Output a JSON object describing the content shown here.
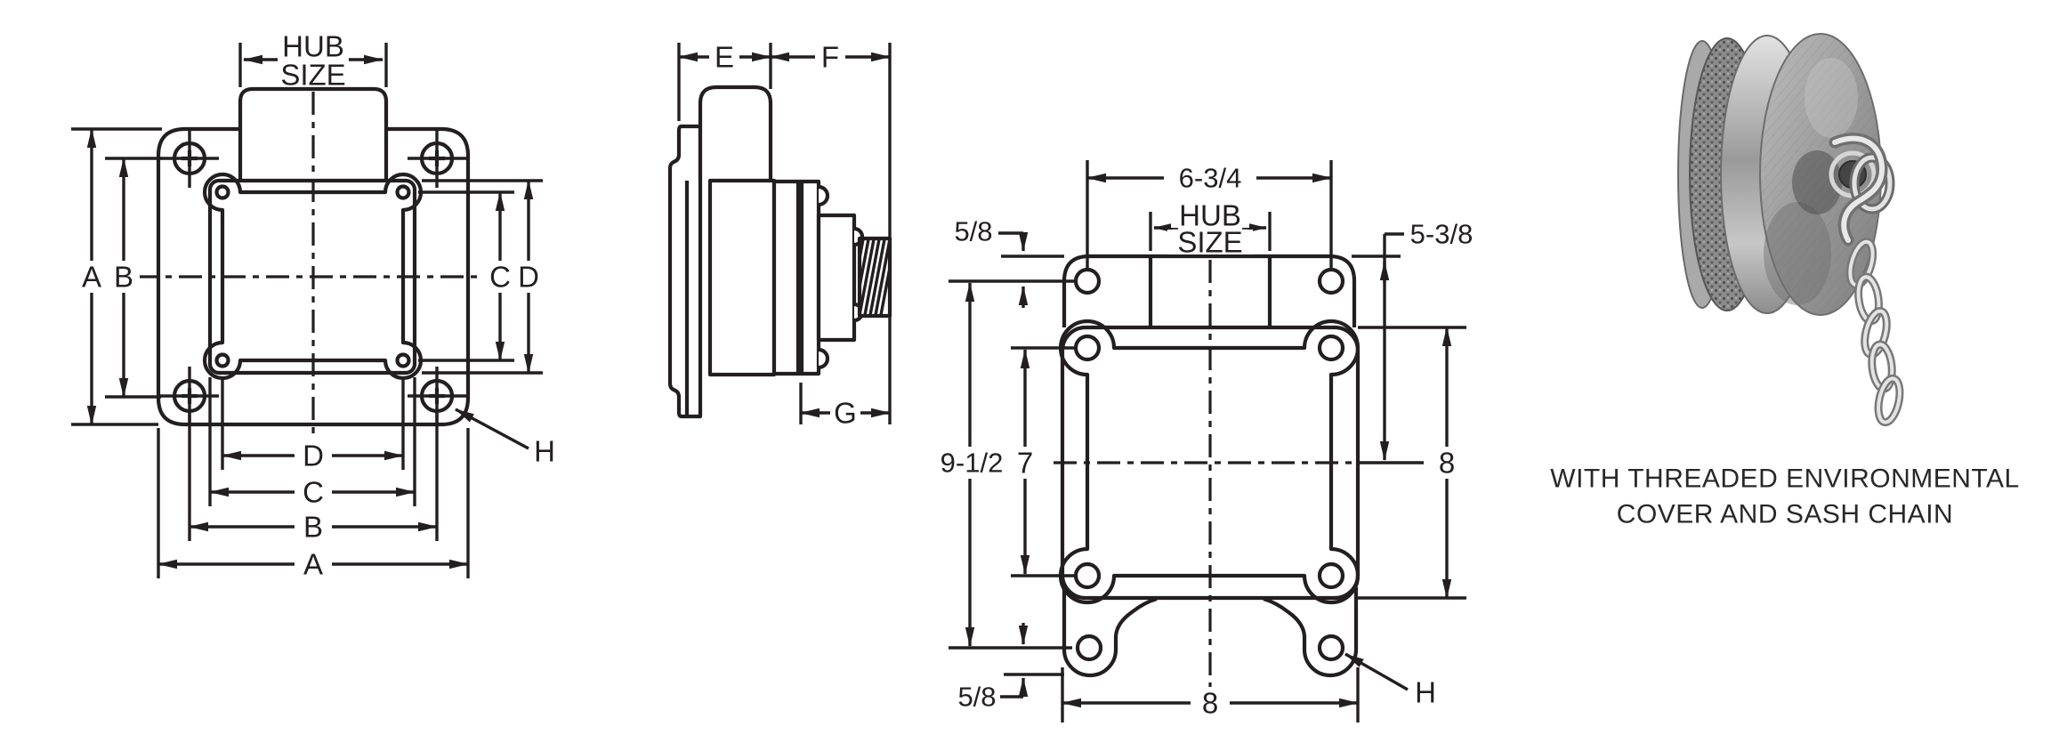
{
  "document": {
    "type": "technical dimension drawing sheet",
    "background_color": "#ffffff",
    "line_color": "#231f20"
  },
  "front_view": {
    "hub_line1": "HUB",
    "hub_line2": "SIZE",
    "left_outer": "A",
    "left_inner": "B",
    "right_inner": "C",
    "right_outer": "D",
    "bottom_row_1": "D",
    "bottom_row_2": "C",
    "bottom_row_3": "B",
    "bottom_row_4": "A",
    "hole_leader": "H"
  },
  "side_view": {
    "dim_e": "E",
    "dim_f": "F",
    "dim_g": "G"
  },
  "dimensioned_view": {
    "top_width": "6-3/4",
    "hub_line1": "HUB",
    "hub_line2": "SIZE",
    "top_offset": "5/8",
    "upper_right": "5-3/8",
    "overall_height": "9-1/2",
    "inner_height": "7",
    "box_height": "8",
    "bottom_width": "8",
    "bottom_offset": "5/8",
    "hole_leader": "H"
  },
  "photo": {
    "subject": "threaded environmental cover with sash chain",
    "caption_line1": "WITH THREADED ENVIRONMENTAL",
    "caption_line2": "COVER AND SASH CHAIN"
  }
}
